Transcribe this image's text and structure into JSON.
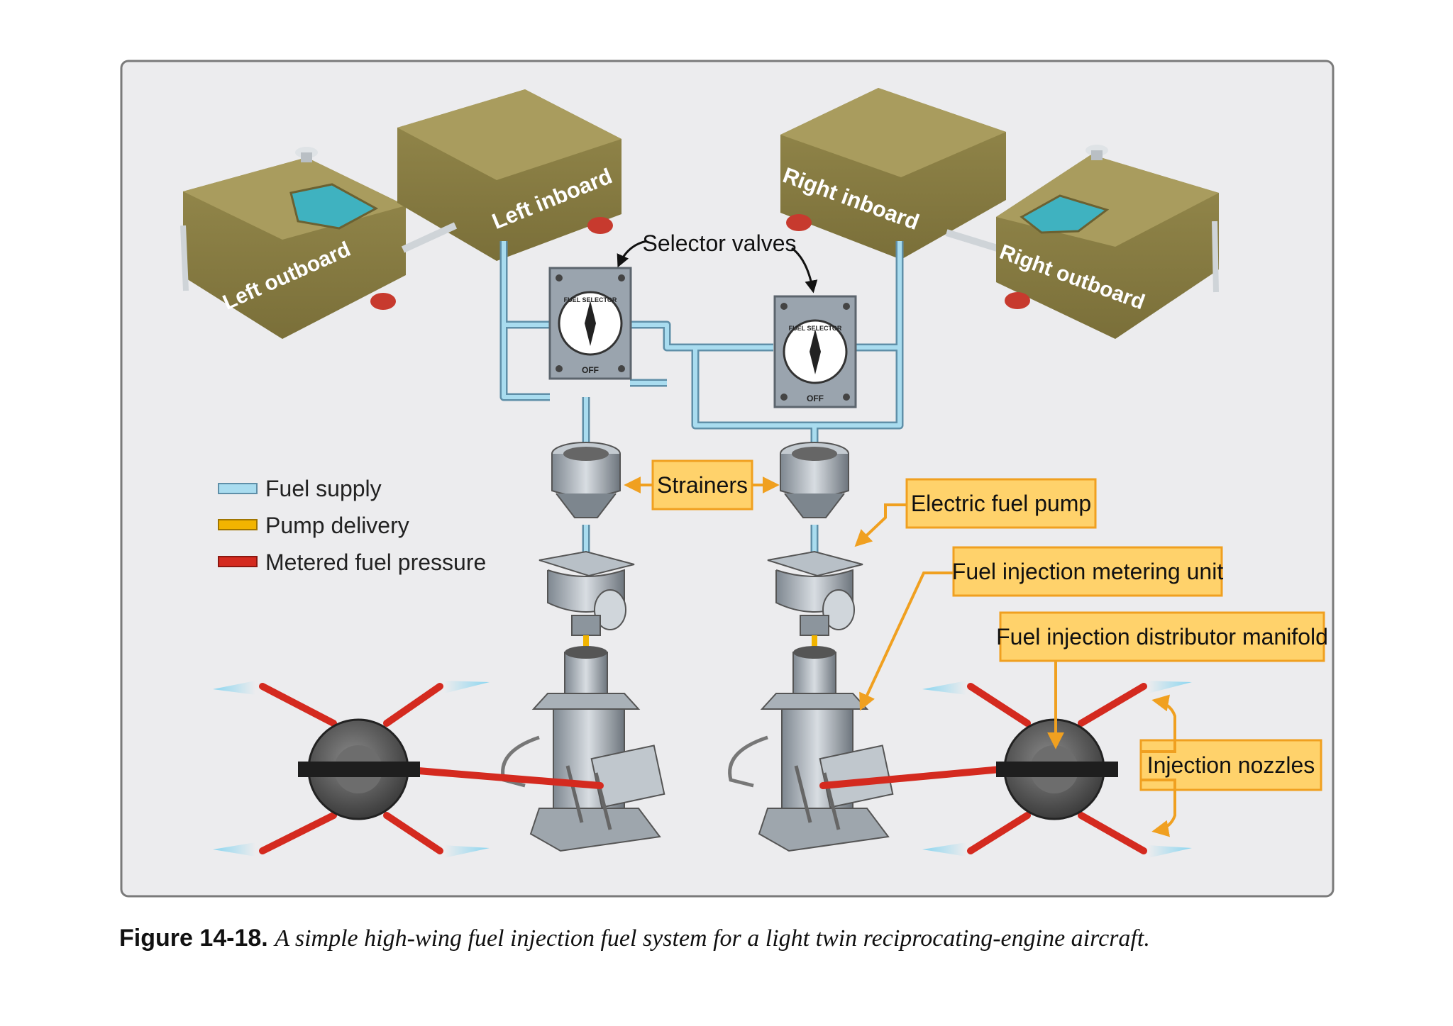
{
  "tanks": {
    "left_outboard": "Left outboard",
    "left_inboard": "Left inboard",
    "right_inboard": "Right inboard",
    "right_outboard": "Right outboard"
  },
  "selector": {
    "dial_label": "FUEL SELECTOR",
    "off_label": "OFF"
  },
  "callouts": {
    "selector_valves": "Selector valves",
    "strainers": "Strainers",
    "electric_fuel_pump": "Electric fuel pump",
    "metering_unit": "Fuel injection metering unit",
    "distributor_manifold": "Fuel injection distributor manifold",
    "injection_nozzles": "Injection nozzles"
  },
  "legend": [
    {
      "label": "Fuel supply",
      "color": "#a9dcef"
    },
    {
      "label": "Pump delivery",
      "color": "#f2b400"
    },
    {
      "label": "Metered fuel pressure",
      "color": "#d42a1f"
    }
  ],
  "caption": {
    "number": "Figure 14-18.",
    "text": "A simple high-wing fuel injection fuel system for a light twin reciprocating-engine aircraft."
  },
  "colors": {
    "panel": "#ececee",
    "tank": "#8f8246",
    "tank_top": "#a99c5e",
    "fuel_window": "#3fb2c0",
    "callout_fill": "#ffd26b",
    "callout_border": "#f0a020",
    "arrow": "#f0a020"
  }
}
